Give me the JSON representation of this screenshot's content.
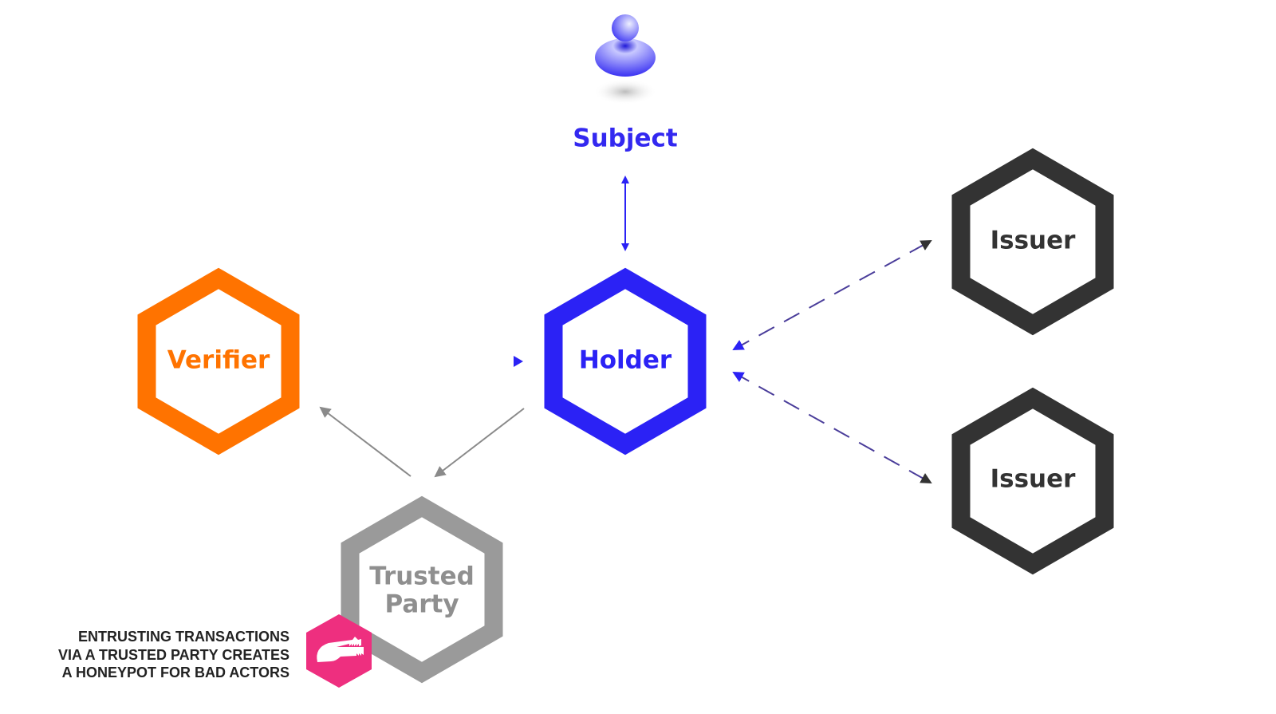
{
  "nodes": {
    "subject": {
      "label": "Subject",
      "icon": "person-icon",
      "color": "#3328f0"
    },
    "holder": {
      "label": "Holder",
      "color": "#2b22f5"
    },
    "verifier": {
      "label": "Verifier",
      "color": "#ff7300"
    },
    "issuer_top": {
      "label": "Issuer",
      "color": "#333333"
    },
    "issuer_bottom": {
      "label": "Issuer",
      "color": "#333333"
    },
    "trusted_party": {
      "label_line1": "Trusted",
      "label_line2": "Party",
      "color": "#9a9a9a"
    }
  },
  "warning": {
    "icon": "crocodile-icon",
    "color": "#ee2f7f",
    "lines": [
      "ENTRUSTING TRANSACTIONS",
      "VIA A TRUSTED PARTY CREATES",
      "A HONEYPOT FOR BAD ACTORS"
    ]
  }
}
